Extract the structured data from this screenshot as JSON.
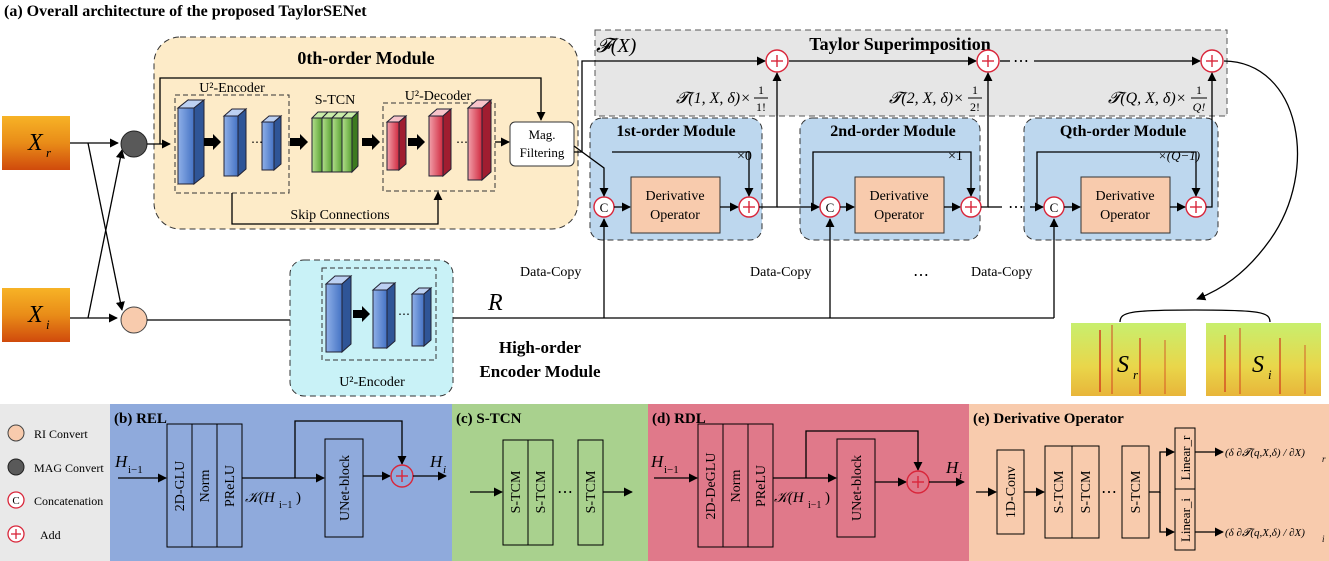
{
  "figure": {
    "main_title": "(a) Overall architecture of the proposed TaylorSENet"
  },
  "inputs": {
    "xr": "X_r",
    "xi": "X_i"
  },
  "zeroth_module": {
    "title": "0th-order Module",
    "encoder_label": "U²-Encoder",
    "stcn_label": "S-TCN",
    "decoder_label": "U²-Decoder",
    "mag_filtering": [
      "Mag.",
      "Filtering"
    ],
    "skip_connections": "Skip Connections"
  },
  "taylor": {
    "title": "Taylor Superimposition",
    "fx_label": "𝓕(X)",
    "term1": "𝓣(1, X, δ)×",
    "term1_den": "1!",
    "term2": "𝓣(2, X, δ)×",
    "term2_den": "2!",
    "termq": "𝓣(Q, X, δ)×",
    "termq_den": "Q!",
    "numerator": "1",
    "dots": "⋯"
  },
  "order_modules": [
    {
      "title": "1st-order Module",
      "mult": "×0"
    },
    {
      "title": "2nd-order Module",
      "mult": "×1"
    },
    {
      "title": "Qth-order Module",
      "mult": "×(Q−1)"
    }
  ],
  "derivative_operator": [
    "Derivative",
    "Operator"
  ],
  "data_copy": "Data-Copy",
  "dots": "⋯",
  "encoder_module": {
    "r_label": "R",
    "inner_label": "U²-Encoder",
    "title": [
      "High-order",
      "Encoder Module"
    ]
  },
  "outputs": {
    "sr": "S_r",
    "si": "S_i"
  },
  "legend": [
    {
      "symbol": "rich-circle",
      "label": "RI Convert"
    },
    {
      "symbol": "dark-circle",
      "label": "MAG Convert"
    },
    {
      "symbol": "concat-circle",
      "label": "Concatenation"
    },
    {
      "symbol": "add-circle",
      "label": "Add"
    }
  ],
  "panels": {
    "rel": {
      "title": "(b) REL",
      "input": "H",
      "input_sub": "i−1",
      "blocks": [
        "2D-GLU",
        "Norm",
        "PReLU"
      ],
      "k_label": "𝒦(H",
      "k_sub": "i−1",
      "k_close": ")",
      "unet": "UNet-block",
      "output": "H",
      "output_sub": "i",
      "color": "#8faadc"
    },
    "stcn": {
      "title": "(c) S-TCN",
      "blocks": [
        "S-TCM",
        "S-TCM",
        "S-TCM"
      ],
      "color": "#a9d18e"
    },
    "rdl": {
      "title": "(d) RDL",
      "input": "H",
      "input_sub": "i−1",
      "blocks": [
        "2D-DeGLU",
        "Norm",
        "PReLU"
      ],
      "k_label": "𝒦(H",
      "k_sub": "i−1",
      "k_close": ")",
      "unet": "UNet-block",
      "output": "H",
      "output_sub": "i",
      "color": "#e0798a"
    },
    "deriv": {
      "title": "(e) Derivative Operator",
      "blocks": [
        "1D-Conv",
        "S-TCM",
        "S-TCM",
        "S-TCM"
      ],
      "linear_r": "Linear_r",
      "linear_i": "Linear_i",
      "out_top": "(δ ∂𝓣(q,X,δ) / ∂X)",
      "out_top_sub": "r",
      "out_bot": "(δ ∂𝓣(q,X,δ) / ∂X)",
      "out_bot_sub": "i",
      "color": "#f8cbad"
    }
  },
  "colors": {
    "zeroth_bg": "#fdebc8",
    "order_bg": "#bdd7ee",
    "taylor_bg": "#e6e6e6",
    "encoder_bg": "#c9f2f7",
    "blue_block": "#4472c4",
    "green_block": "#70ad47",
    "red_block": "#d9495a",
    "deriv_block": "#f8cbad",
    "add_red": "#d9263a"
  }
}
